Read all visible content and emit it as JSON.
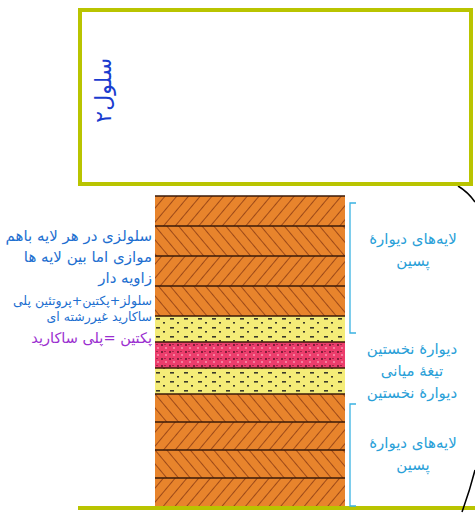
{
  "diagram": {
    "nodes": [
      {
        "text": [
          "سلول۲"
        ]
      }
    ],
    "labels": [
      "سلولزی در هر لایه باهم موازی اما بین لایه ها زاویه دار",
      "سلولز+پکتین+پروتئین پلی ساکارید غیررشته ای",
      "پکتین =پلی ساکارید",
      "لایه‌های دیوارهٔ پسین",
      "دیوارهٔ نخستین",
      "تیغهٔ میانی",
      "دیوارهٔ نخستین",
      "لایه‌های دیوارهٔ پسین"
    ]
  }
}
